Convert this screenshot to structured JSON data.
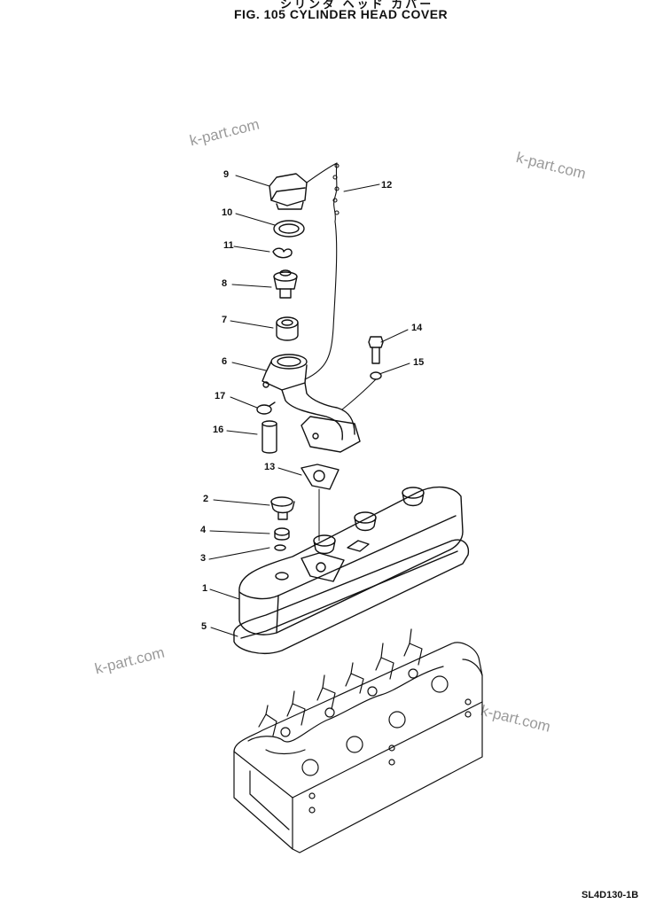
{
  "header": {
    "title_jp": "シリンダ ヘッド カバー",
    "title": "FIG. 105  CYLINDER  HEAD  COVER"
  },
  "watermark": "k-part.com",
  "callouts": {
    "c1": "1",
    "c2": "2",
    "c3": "3",
    "c4": "4",
    "c5": "5",
    "c6": "6",
    "c7": "7",
    "c8": "8",
    "c9": "9",
    "c10": "10",
    "c11": "11",
    "c12": "12",
    "c13": "13",
    "c14": "14",
    "c15": "15",
    "c16": "16",
    "c17": "17"
  },
  "footer": {
    "drawing_code": "SL4D130-1B"
  }
}
